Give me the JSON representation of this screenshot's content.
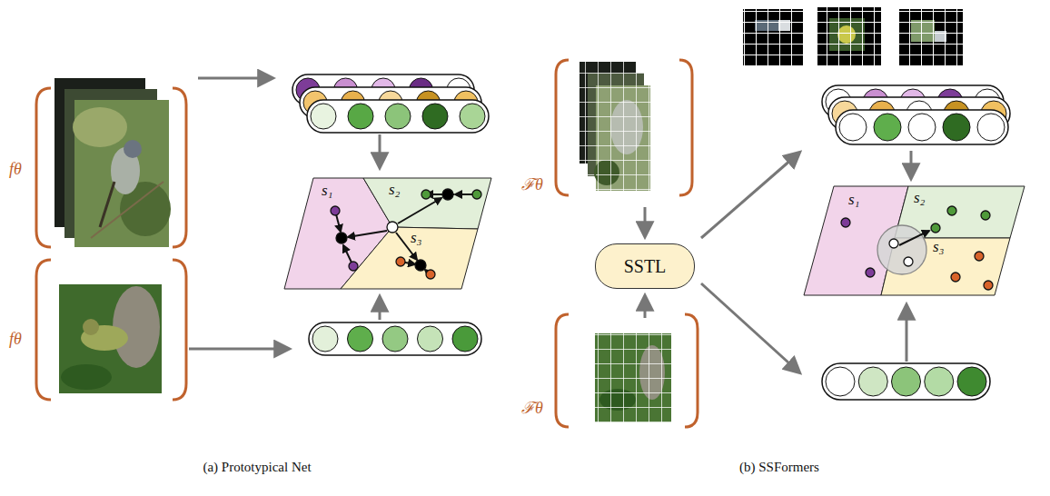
{
  "diagram": {
    "nodes": [
      {
        "text": [
          "s₁"
        ]
      },
      {
        "text": [
          "s₂"
        ]
      },
      {
        "text": [
          "s₃"
        ]
      },
      {
        "text": [
          "SSTL"
        ]
      },
      {
        "text": [
          "s₁"
        ]
      },
      {
        "text": [
          "s₂"
        ]
      },
      {
        "text": [
          "s₃"
        ]
      }
    ],
    "labels": [
      "fθ",
      "fθ",
      "ℱθ",
      "ℱθ",
      "(a) Prototypical Net",
      "(b) SSFormers"
    ]
  }
}
